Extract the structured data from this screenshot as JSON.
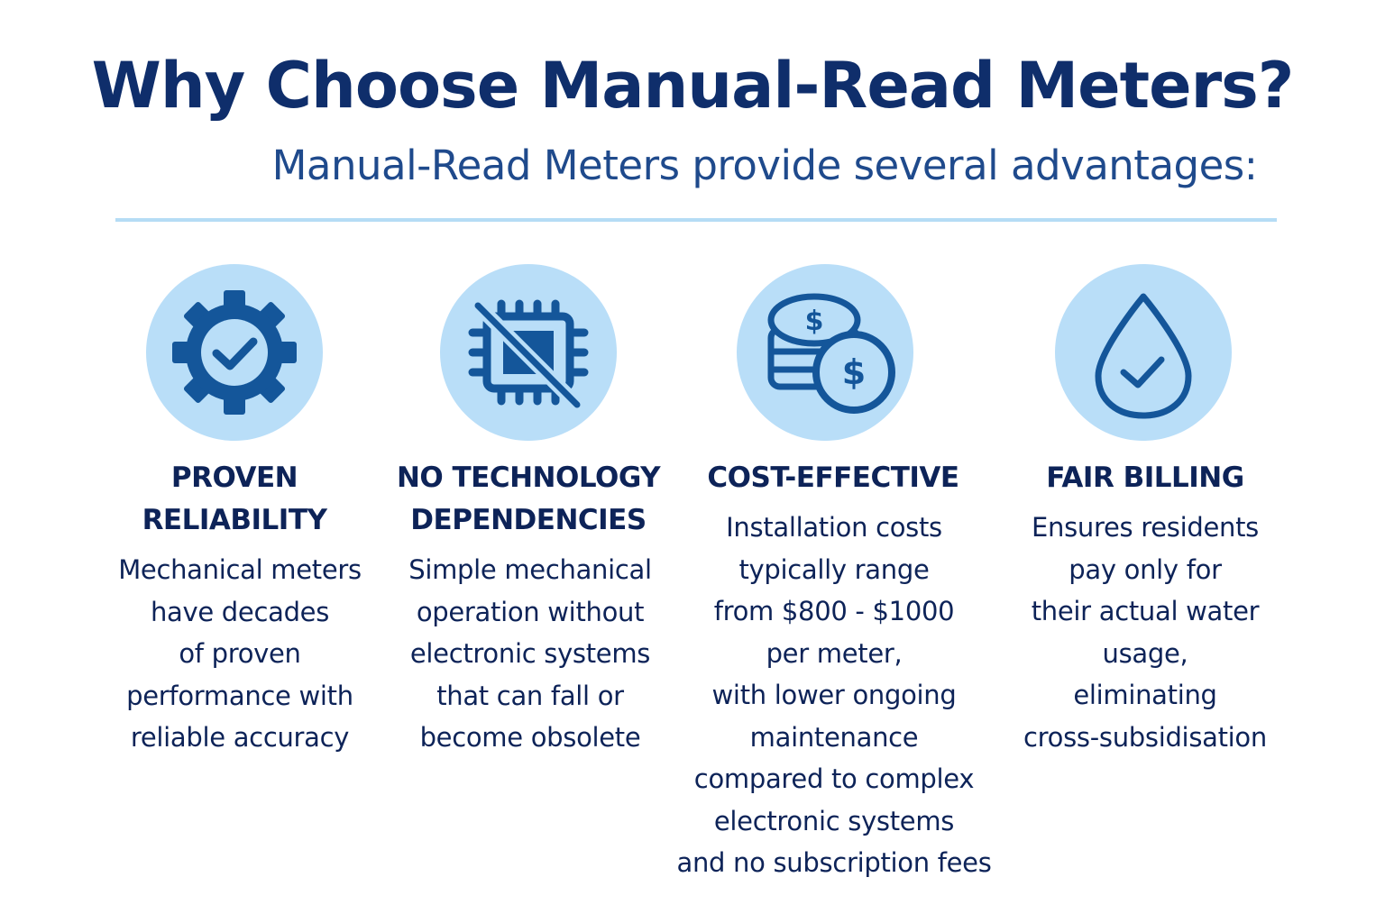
{
  "header": {
    "title": "Why Choose Manual-Read Meters?",
    "subtitle": "Manual-Read Meters provide several advantages:"
  },
  "colors": {
    "title": "#0f2e6b",
    "subtitle": "#1f4a8c",
    "divider": "#b5dcf5",
    "icon_circle": "#b9def8",
    "icon_stroke": "#14569a",
    "text": "#0d2358"
  },
  "advantages": [
    {
      "icon": "gear-check-icon",
      "heading": "PROVEN\nRELIABILITY",
      "body": "Mechanical meters\nhave decades\nof proven\nperformance with\nreliable accuracy"
    },
    {
      "icon": "chip-crossed-out-icon",
      "heading": "NO TECHNOLOGY\nDEPENDENCIES",
      "body": "Simple mechanical\noperation without\nelectronic systems\nthat can fall or\nbecome obsolete"
    },
    {
      "icon": "coins-dollar-icon",
      "heading": "COST-EFFECTIVE",
      "body": "Installation costs\ntypically range\nfrom $800 - $1000\nper meter,\nwith lower ongoing\nmaintenance\ncompared to complex\nelectronic systems\nand no subscription fees"
    },
    {
      "icon": "water-drop-check-icon",
      "heading": "FAIR BILLING",
      "body": "Ensures residents\npay only for\ntheir actual water\nusage,\neliminating\ncross-subsidisation"
    }
  ]
}
